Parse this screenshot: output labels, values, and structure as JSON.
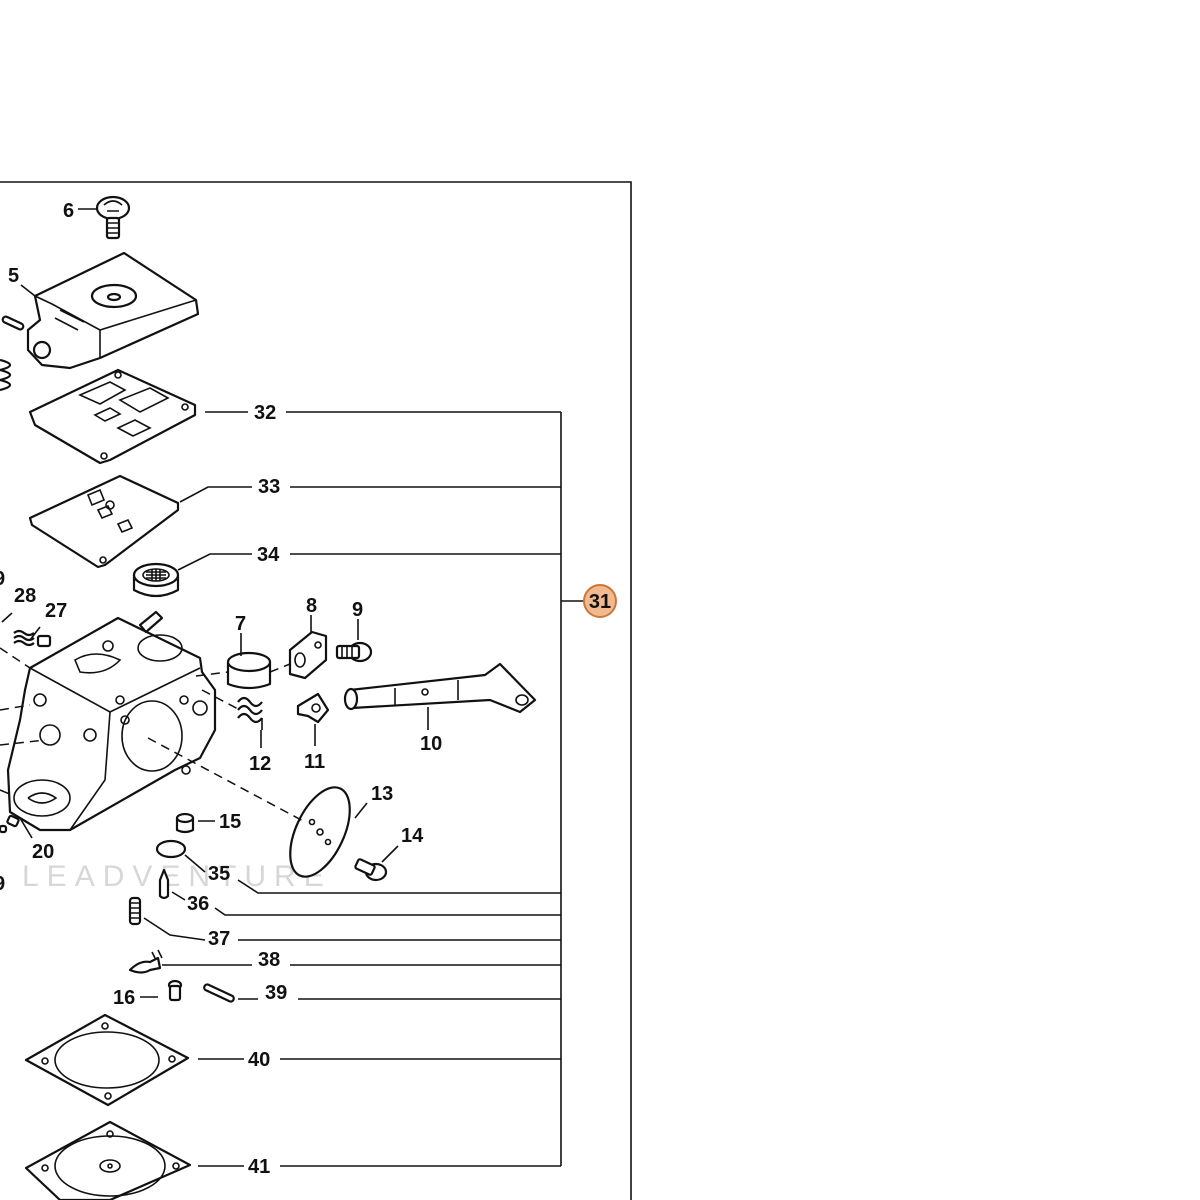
{
  "watermark": "LEADVENTURE",
  "colors": {
    "highlight_fill": "#f2b98e",
    "highlight_stroke": "#c9783a",
    "line": "#111111"
  },
  "group_label": "31",
  "labels": {
    "l5": "5",
    "l6": "6",
    "l7": "7",
    "l8": "8",
    "l9": "9",
    "l10": "10",
    "l11": "11",
    "l12": "12",
    "l13": "13",
    "l14": "14",
    "l15": "15",
    "l16": "16",
    "l20": "20",
    "l27": "27",
    "l28": "28",
    "l32": "32",
    "l33": "33",
    "l34": "34",
    "l35": "35",
    "l36": "36",
    "l37": "37",
    "l38": "38",
    "l39": "39",
    "l40": "40",
    "l41": "41",
    "edge_top": "9",
    "edge_bottom": "9"
  }
}
